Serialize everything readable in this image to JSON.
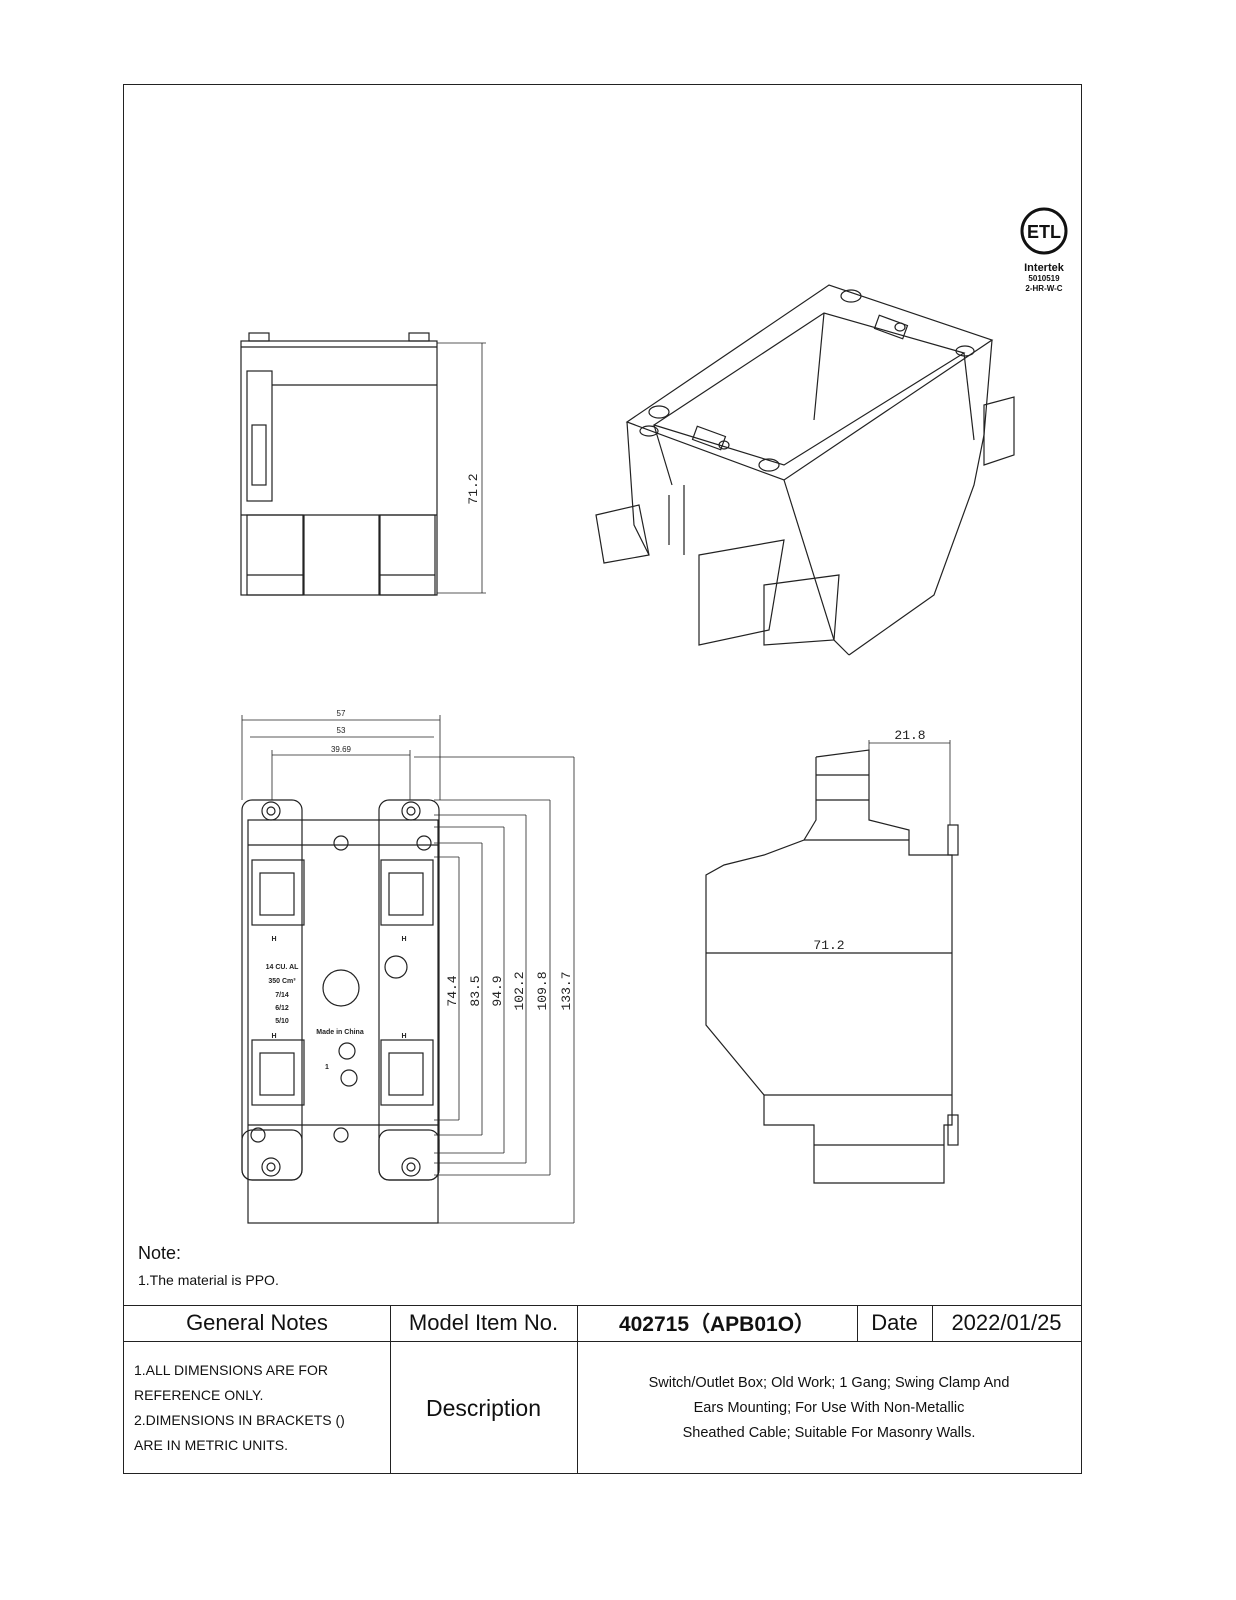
{
  "certification": {
    "mark": "ETL",
    "brand": "Intertek",
    "number": "5010519",
    "code": "2-HR-W-C"
  },
  "dimensions": {
    "side_height": "71.2",
    "front_width_outer": "57",
    "front_width_mid": "53",
    "front_width_inner": "39.69",
    "heights": [
      "74.4",
      "83.5",
      "94.9",
      "102.2",
      "109.8",
      "133.7"
    ],
    "profile_depth": "71.2",
    "profile_ear": "21.8"
  },
  "box_label": {
    "terminal_top_left": "H",
    "terminal_top_right": "H",
    "terminal_bottom_left": "H",
    "terminal_bottom_right": "H",
    "lines": [
      "14 CU. AL",
      "350 Cm³",
      "7/14",
      "6/12",
      "5/10"
    ],
    "made_in": "Made in China",
    "number": "1"
  },
  "note": {
    "heading": "Note:",
    "line1": "1.The material is PPO."
  },
  "title_block": {
    "general_notes_label": "General Notes",
    "model_label": "Model Item No.",
    "model_value": "402715（APB01O）",
    "date_label": "Date",
    "date_value": "2022/01/25",
    "general_notes_text": [
      "1.ALL DIMENSIONS ARE FOR",
      "REFERENCE ONLY.",
      "2.DIMENSIONS IN BRACKETS ()",
      "ARE IN METRIC UNITS."
    ],
    "description_label": "Description",
    "description_text": [
      "Switch/Outlet Box; Old Work; 1 Gang; Swing Clamp And",
      "Ears Mounting; For Use With Non-Metallic",
      "Sheathed Cable; Suitable For Masonry Walls."
    ]
  }
}
